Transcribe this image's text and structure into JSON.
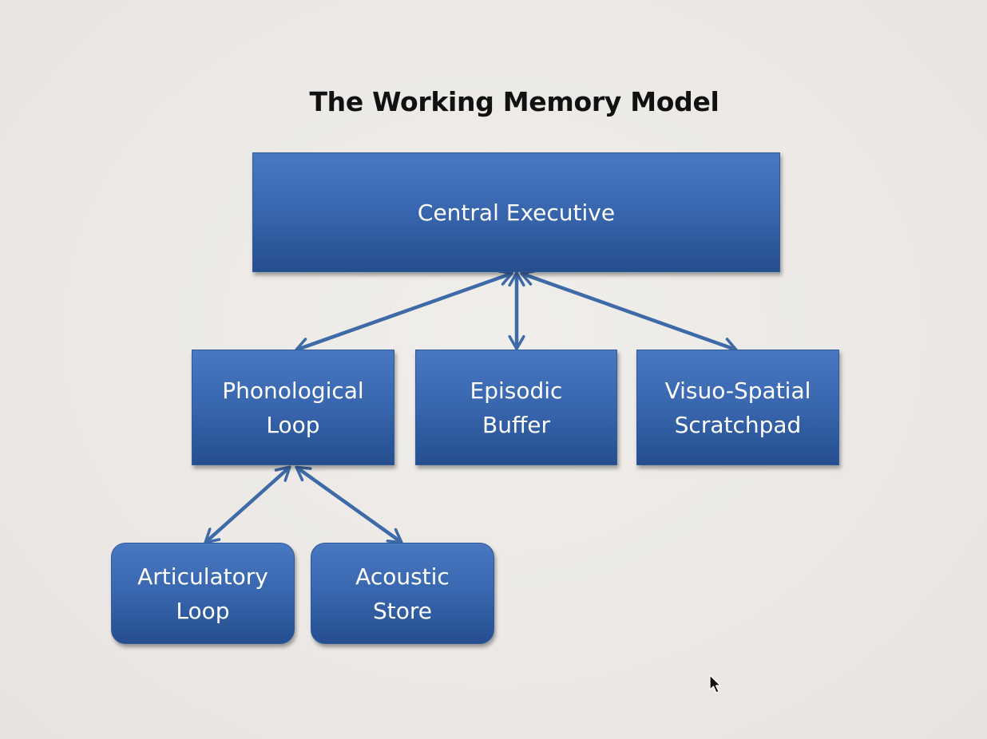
{
  "diagram": {
    "title": "The Working Memory Model",
    "nodes": {
      "central_executive": "Central Executive",
      "phonological_loop": "Phonological\nLoop",
      "episodic_buffer": "Episodic\nBuffer",
      "visuo_spatial_scratchpad": "Visuo-Spatial\nScratchpad",
      "articulatory_loop": "Articulatory\nLoop",
      "acoustic_store": "Acoustic\nStore"
    },
    "edges": [
      {
        "from": "Central Executive",
        "to": "Phonological Loop",
        "direction": "both"
      },
      {
        "from": "Central Executive",
        "to": "Episodic Buffer",
        "direction": "both"
      },
      {
        "from": "Central Executive",
        "to": "Visuo-Spatial Scratchpad",
        "direction": "both"
      },
      {
        "from": "Phonological Loop",
        "to": "Articulatory Loop",
        "direction": "both"
      },
      {
        "from": "Phonological Loop",
        "to": "Acoustic Store",
        "direction": "both"
      }
    ],
    "colors": {
      "box_fill": "#3a68b0",
      "box_border": "#2f5a9a",
      "arrow": "#3f6aa8",
      "text": "#ffffff",
      "background": "#ebe8e5"
    }
  }
}
